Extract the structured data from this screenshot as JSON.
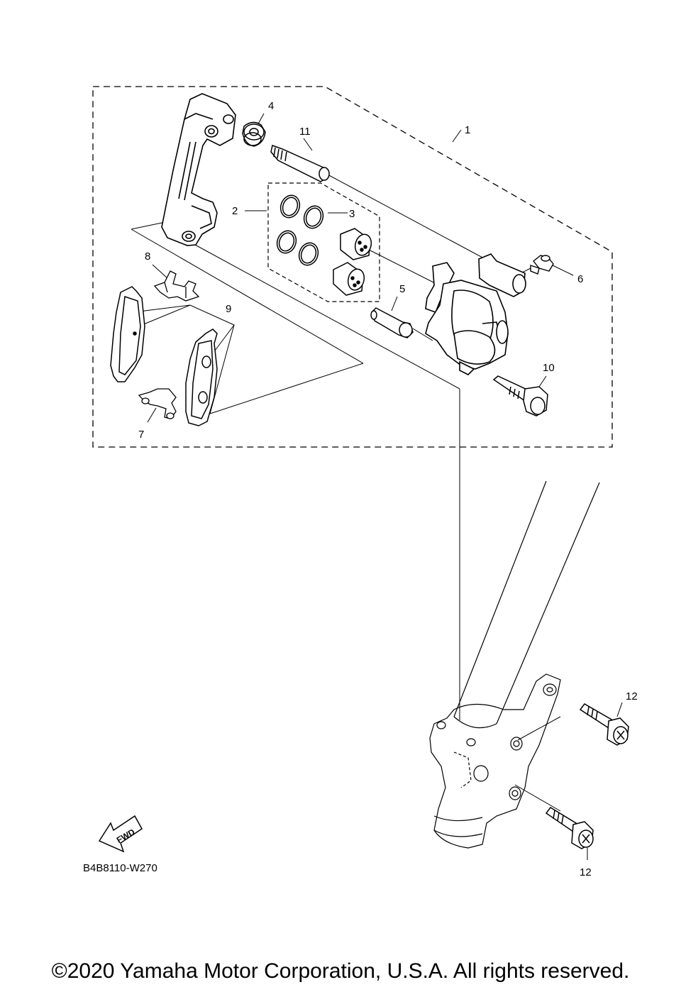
{
  "callouts": {
    "c1": "1",
    "c2": "2",
    "c3": "3",
    "c4": "4",
    "c5": "5",
    "c6": "6",
    "c7": "7",
    "c8": "8",
    "c9": "9",
    "c10": "10",
    "c11": "11",
    "c12a": "12",
    "c12b": "12"
  },
  "fwd_label": "FWD",
  "diagram_code": "B4B8110-W270",
  "copyright": "©2020 Yamaha Motor Corporation, U.S.A. All rights reserved."
}
